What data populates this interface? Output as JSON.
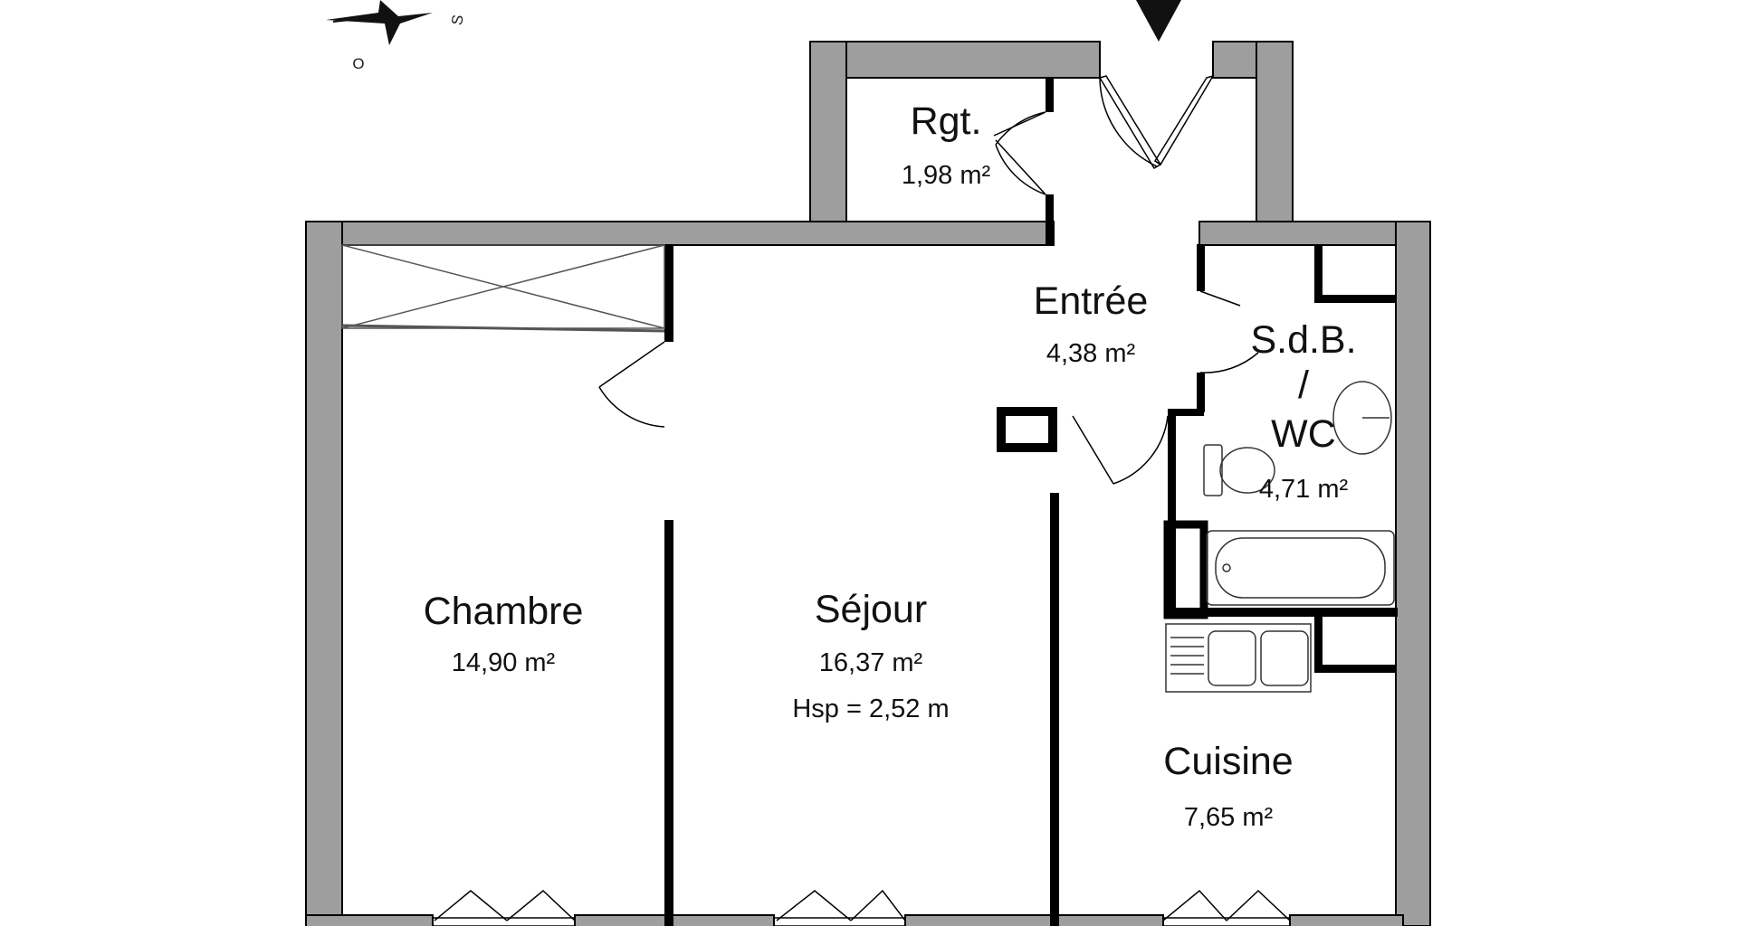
{
  "colors": {
    "wall": "#9e9e9e",
    "wall_outline": "#000000",
    "partition": "#000000",
    "text": "#111111"
  },
  "compass": {
    "west": "O",
    "south": "S"
  },
  "rooms": {
    "rgt": {
      "name": "Rgt.",
      "area": "1,98 m²"
    },
    "entree": {
      "name": "Entrée",
      "area": "4,38 m²"
    },
    "sdb": {
      "name_line1": "S.d.B.",
      "name_line2": "/",
      "name_line3": "WC",
      "area": "4,71 m²"
    },
    "chambre": {
      "name": "Chambre",
      "area": "14,90 m²"
    },
    "sejour": {
      "name": "Séjour",
      "area": "16,37 m²",
      "ceiling": "Hsp = 2,52 m"
    },
    "cuisine": {
      "name": "Cuisine",
      "area": "7,65 m²"
    }
  }
}
